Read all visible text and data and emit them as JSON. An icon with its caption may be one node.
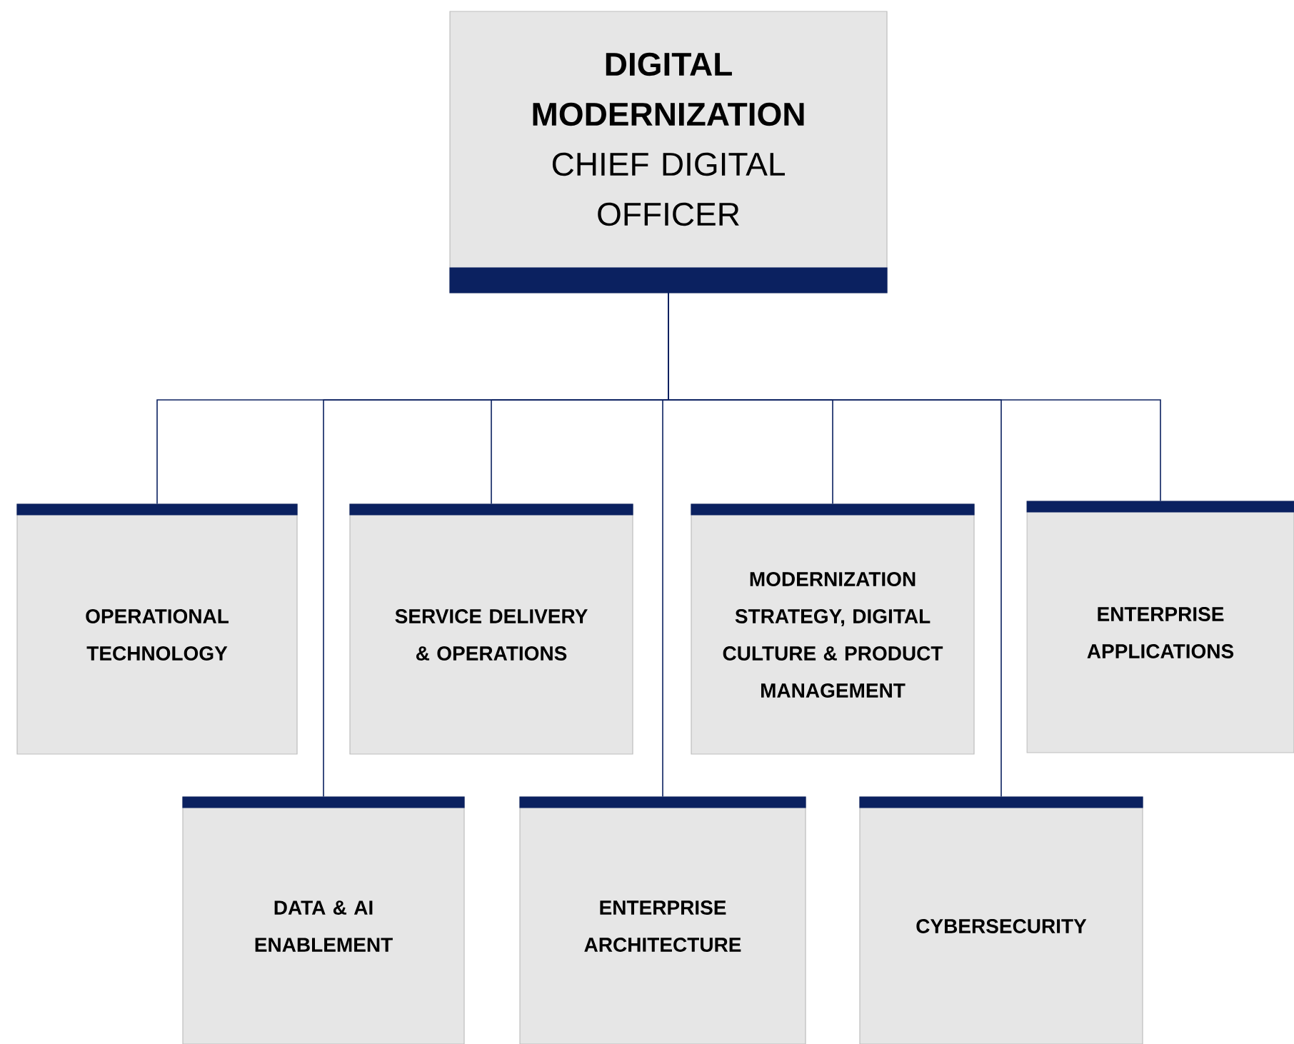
{
  "diagram": {
    "nodes": [
      {
        "text": [
          "DIGITAL MODERNIZATION",
          "CHIEF DIGITAL OFFICER"
        ]
      },
      {
        "text": [
          "OPERATIONAL TECHNOLOGY"
        ]
      },
      {
        "text": [
          "DATA & AI ENABLEMENT"
        ]
      },
      {
        "text": [
          "SERVICE DELIVERY & OPERATIONS"
        ]
      },
      {
        "text": [
          "ENTERPRISE ARCHITECTURE"
        ]
      },
      {
        "text": [
          "MODERNIZATION STRATEGY, DIGITAL CULTURE & PRODUCT MANAGEMENT"
        ]
      },
      {
        "text": [
          "CYBERSECURITY"
        ]
      },
      {
        "text": [
          "ENTERPRISE APPLICATIONS"
        ]
      }
    ],
    "edges": [
      {
        "from": 0,
        "to": 1,
        "arrow": "none"
      },
      {
        "from": 0,
        "to": 2,
        "arrow": "none"
      },
      {
        "from": 0,
        "to": 3,
        "arrow": "none"
      },
      {
        "from": 0,
        "to": 4,
        "arrow": "none"
      },
      {
        "from": 0,
        "to": 5,
        "arrow": "none"
      },
      {
        "from": 0,
        "to": 6,
        "arrow": "none"
      },
      {
        "from": 0,
        "to": 7,
        "arrow": "none"
      }
    ]
  }
}
